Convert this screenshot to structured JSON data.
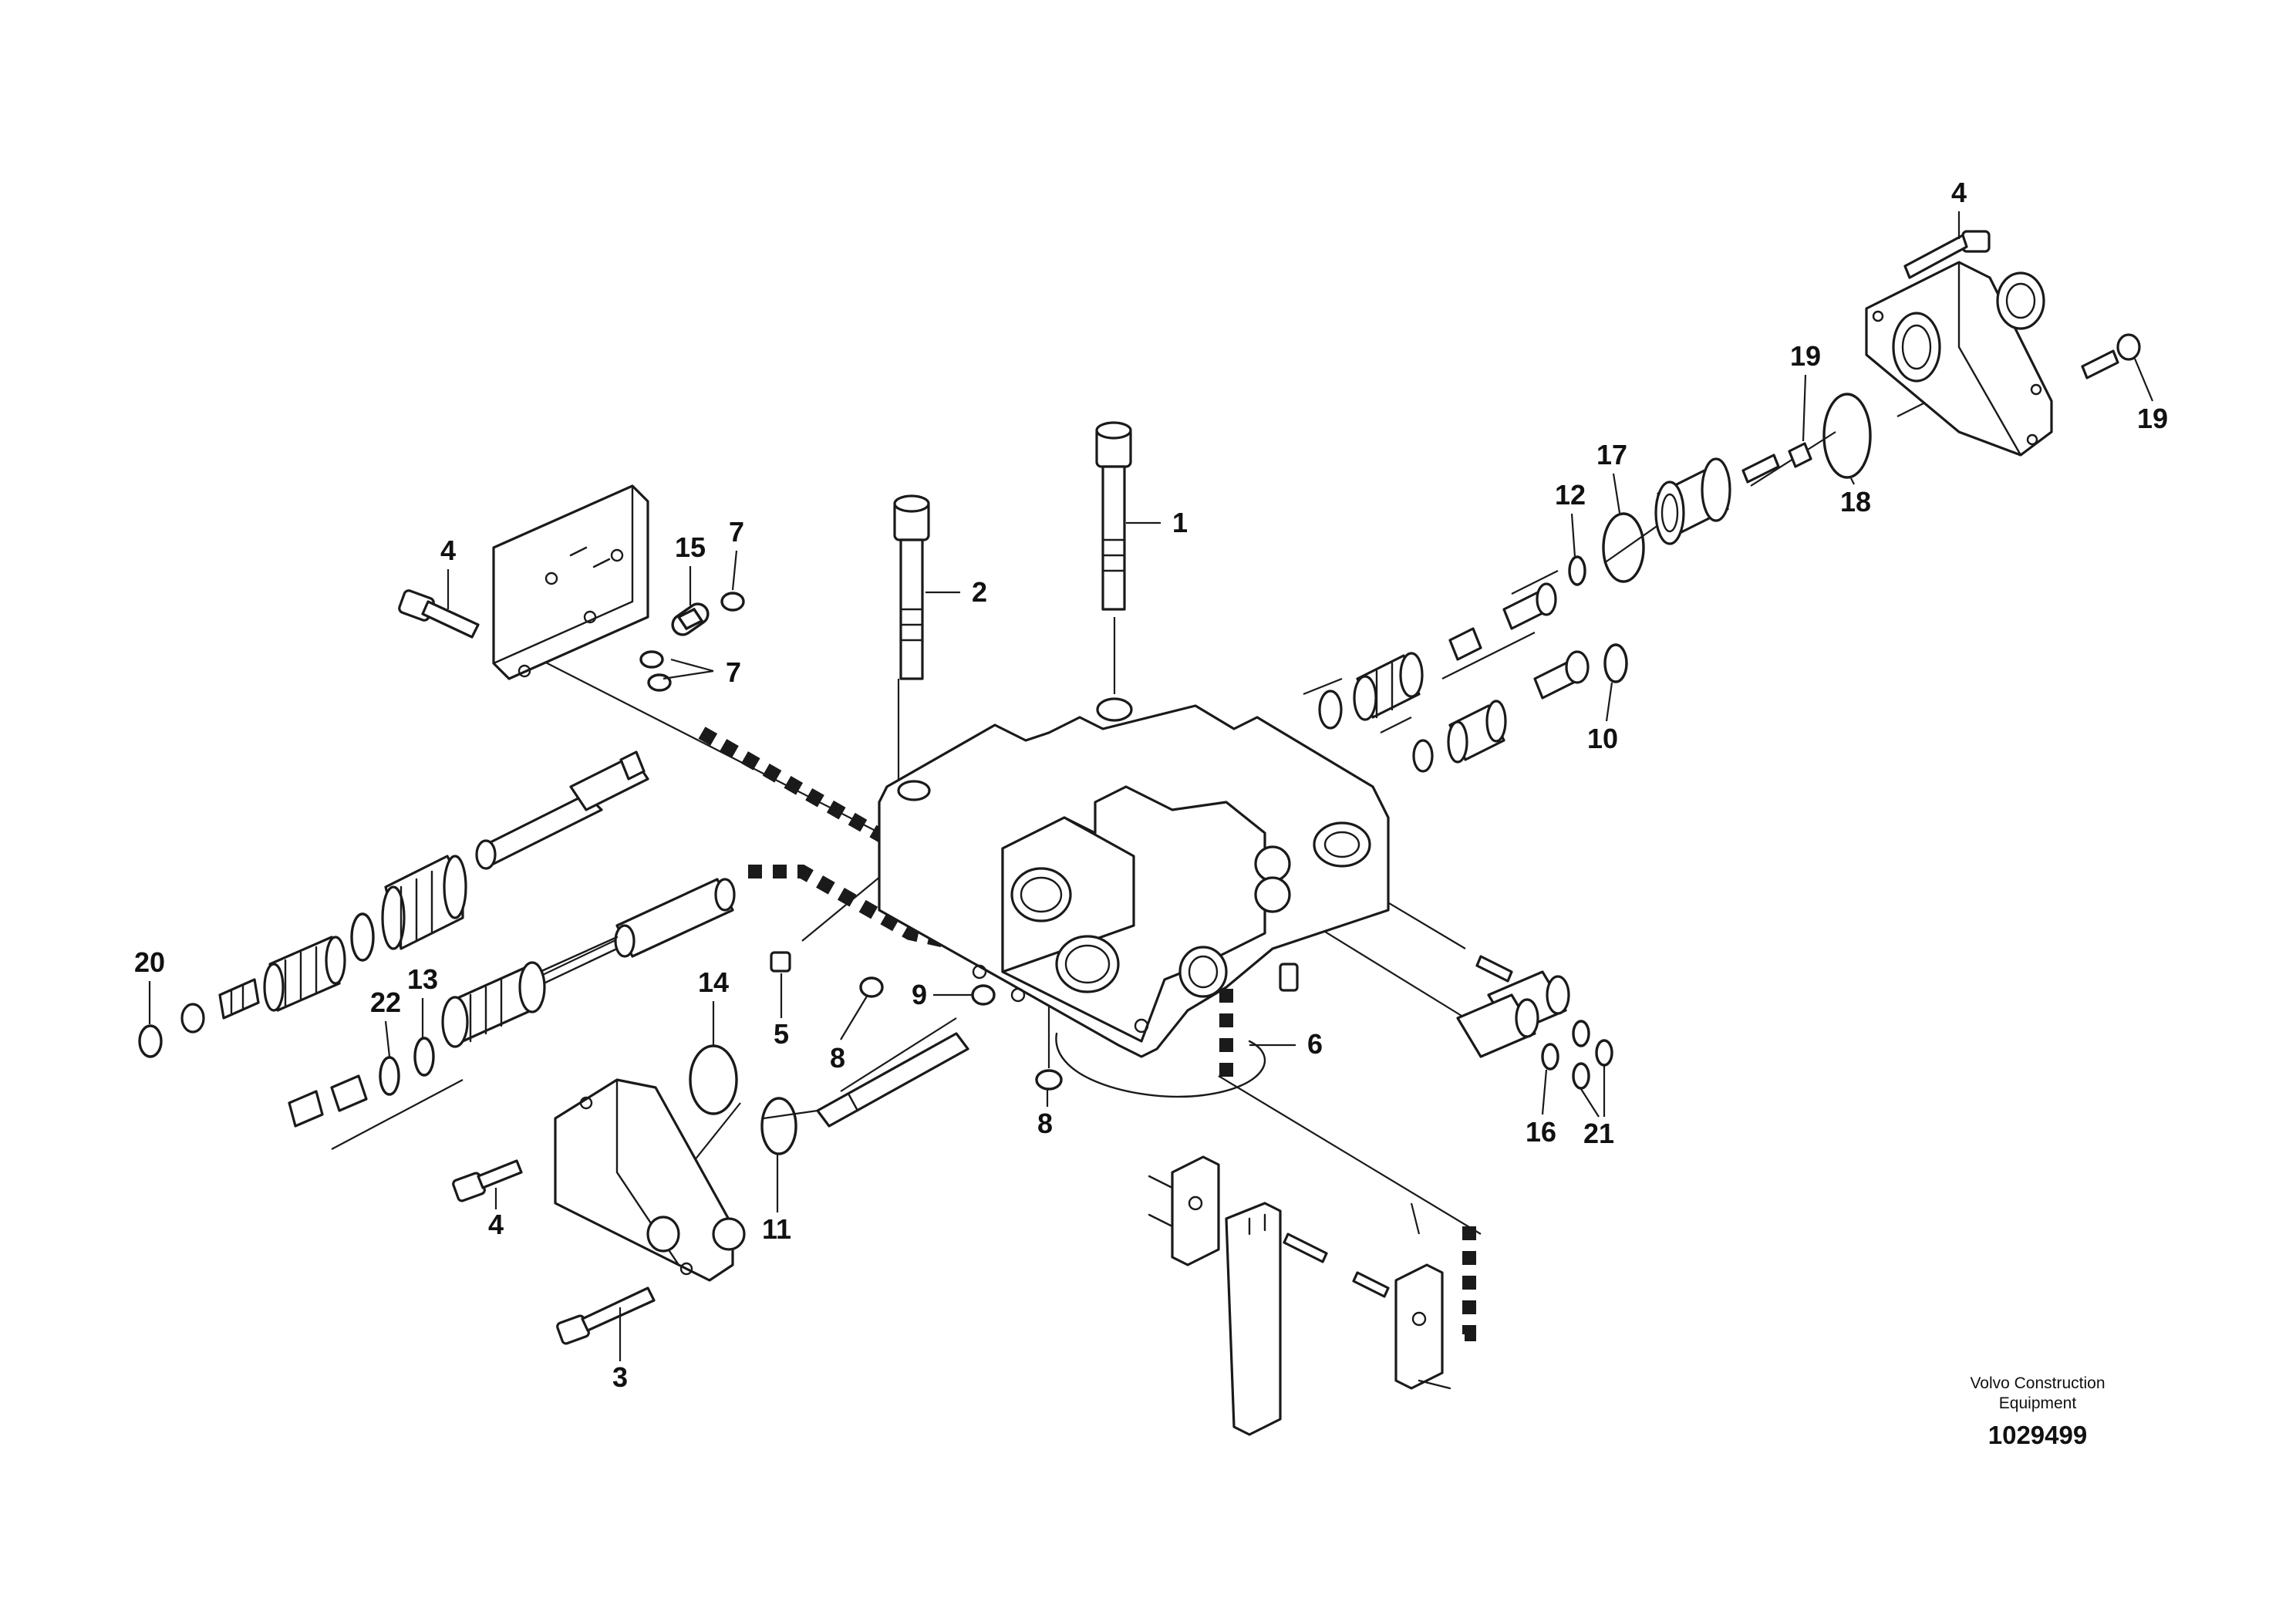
{
  "callouts": [
    {
      "id": "c1",
      "label": "1"
    },
    {
      "id": "c2",
      "label": "2"
    },
    {
      "id": "c3",
      "label": "3"
    },
    {
      "id": "c4a",
      "label": "4"
    },
    {
      "id": "c4b",
      "label": "4"
    },
    {
      "id": "c4c",
      "label": "4"
    },
    {
      "id": "c5",
      "label": "5"
    },
    {
      "id": "c6",
      "label": "6"
    },
    {
      "id": "c7a",
      "label": "7"
    },
    {
      "id": "c7b",
      "label": "7"
    },
    {
      "id": "c8a",
      "label": "8"
    },
    {
      "id": "c8b",
      "label": "8"
    },
    {
      "id": "c9",
      "label": "9"
    },
    {
      "id": "c10",
      "label": "10"
    },
    {
      "id": "c11",
      "label": "11"
    },
    {
      "id": "c12",
      "label": "12"
    },
    {
      "id": "c13",
      "label": "13"
    },
    {
      "id": "c14",
      "label": "14"
    },
    {
      "id": "c15",
      "label": "15"
    },
    {
      "id": "c16",
      "label": "16"
    },
    {
      "id": "c17",
      "label": "17"
    },
    {
      "id": "c18",
      "label": "18"
    },
    {
      "id": "c19a",
      "label": "19"
    },
    {
      "id": "c19b",
      "label": "19"
    },
    {
      "id": "c20",
      "label": "20"
    },
    {
      "id": "c21",
      "label": "21"
    },
    {
      "id": "c22",
      "label": "22"
    }
  ],
  "footer": {
    "brand_line1": "Volvo Construction",
    "brand_line2": "Equipment",
    "document_number": "1029499"
  }
}
